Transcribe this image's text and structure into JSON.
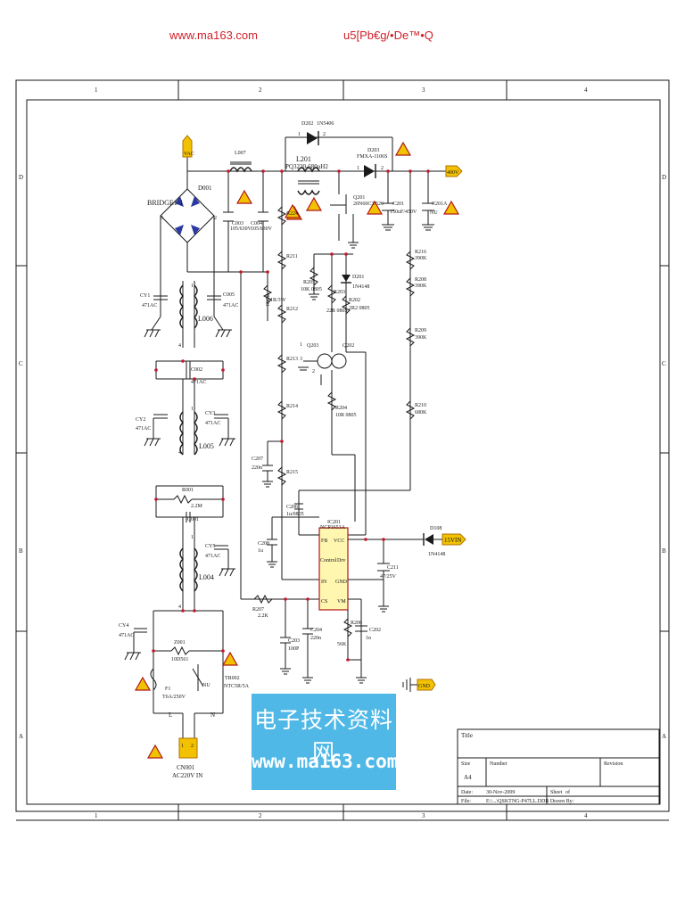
{
  "header": {
    "site_url": "www.ma163.com",
    "garbled_title": "u5[Pb€g/•De™•Q"
  },
  "frame": {
    "columns": [
      "1",
      "2",
      "3",
      "4"
    ],
    "rows": [
      "D",
      "C",
      "B",
      "A"
    ]
  },
  "components": {
    "bridge_label": "BRIDGE1-1",
    "bridge_ref": "D001",
    "bridge_pin_left": "3",
    "bridge_pin_right": "2",
    "ac_node": "VAC",
    "inductor_l007": "L007",
    "inductor_l201": "L201",
    "inductor_l201_part": "PQ3220-680uH2",
    "diode_d202": "D202",
    "diode_d202_part": "1N5406",
    "diode_d203": "D203",
    "diode_d203_part": "FMXA-1106S",
    "pin1": "1",
    "pin2": "2",
    "out_400v": "400V",
    "c003": "C003",
    "c003_val": "105/630V",
    "c004": "C004",
    "c004_val": "105/630V",
    "mosfet": "Q201",
    "mosfet_part": "20N60C3/526",
    "c201": "C201",
    "c201_val": "150uF/450V",
    "c201a": "C201A",
    "c201a_val": "NU",
    "r224": "R224",
    "r211": "R211",
    "r212": "R212",
    "r213": "R213",
    "r214": "R214",
    "r215": "R215",
    "r200": "R200",
    "r200_val": "1R/3W",
    "r205": "R205",
    "r205_val": "10K 0805",
    "r203": "R203",
    "r203_val": "22R 0805",
    "r202": "R202",
    "r202_val": "2R2 0805",
    "d201": "D201",
    "d201_part": "1N4148",
    "q203": "Q203",
    "q202": "Q202",
    "r204": "R204",
    "r204_val": "10R 0805",
    "r216": "R216",
    "r216_val": "390K",
    "r208": "R208",
    "r208_val": "390K",
    "r209": "R209",
    "r209_val": "390K",
    "r210": "R210",
    "r210_val": "680K",
    "c207": "C207",
    "c207_val": "220n",
    "c206": "C206",
    "c206_val": "1u/0805",
    "c208": "C208",
    "c208_val": "1u",
    "ic": "IC201",
    "ic_part": "NCP1653A",
    "ic_pin_fb": "FB",
    "ic_pin_vcc": "VCC",
    "ic_pin_ctrl": "Control",
    "ic_pin_drv": "Drv",
    "ic_pin_in": "IN",
    "ic_pin_gnd": "GND",
    "ic_pin_cs": "CS",
    "ic_pin_vm": "VM",
    "d108": "D108",
    "d108_part": "1N4148",
    "in_15v": "15VIN",
    "c211": "C211",
    "c211_val": "47/25V",
    "r207": "R207",
    "r207_val": "2.2K",
    "c203": "C203",
    "c203_val": "100P",
    "c204": "C204",
    "c204_val": "220n",
    "r206": "R206",
    "r206_val": "56K",
    "c202": "C202",
    "c202_val": "1n",
    "gnd": "GND",
    "cy1": "CY1",
    "cy1_val": "471AC",
    "c005": "C005",
    "c005_val": "471AC",
    "l006": "L006",
    "c002": "C002",
    "c002_val": "471AC",
    "cy2": "CY2",
    "cy2_val": "471AC",
    "cy3": "CY3",
    "cy3_val": "471AC",
    "l005": "L005",
    "r001": "R001",
    "r001_val": "2.2M",
    "c001": "C001",
    "cy5": "CY5",
    "cy5_val": "471AC",
    "l004": "L004",
    "cy4": "CY4",
    "cy4_val": "471AC",
    "z001": "Z001",
    "z001_val": "10D561",
    "fuse": "F1",
    "fuse_val": "T6A/250V",
    "nu": "NU",
    "tr002": "TR002",
    "tr002_val": "NTC5R/5A",
    "line_l": "L",
    "line_n": "N",
    "connector": "CN001",
    "connector_val": "AC220V IN",
    "pin_num_1": "1",
    "pin_num_2": "2",
    "pin_num_3": "3",
    "pin_num_4": "4"
  },
  "title_block": {
    "title_label": "Title",
    "size_label": "Size",
    "size_value": "A4",
    "number_label": "Number",
    "revision_label": "Revision",
    "date_label": "Date:",
    "date_value": "30-Nov-2009",
    "sheet_label": "Sheet",
    "sheet_of": "of",
    "file_label": "File:",
    "file_value": "E:\\...\\QSKTNG-P47LL.DDB Drawn By:"
  },
  "watermark": {
    "chinese": "电子技术资料网",
    "url": "www.ma163.com",
    "color": "#4fb8e6"
  },
  "colors": {
    "header_text": "#d0202a",
    "node": "#c0182a",
    "warning_fill": "#f2c200"
  }
}
